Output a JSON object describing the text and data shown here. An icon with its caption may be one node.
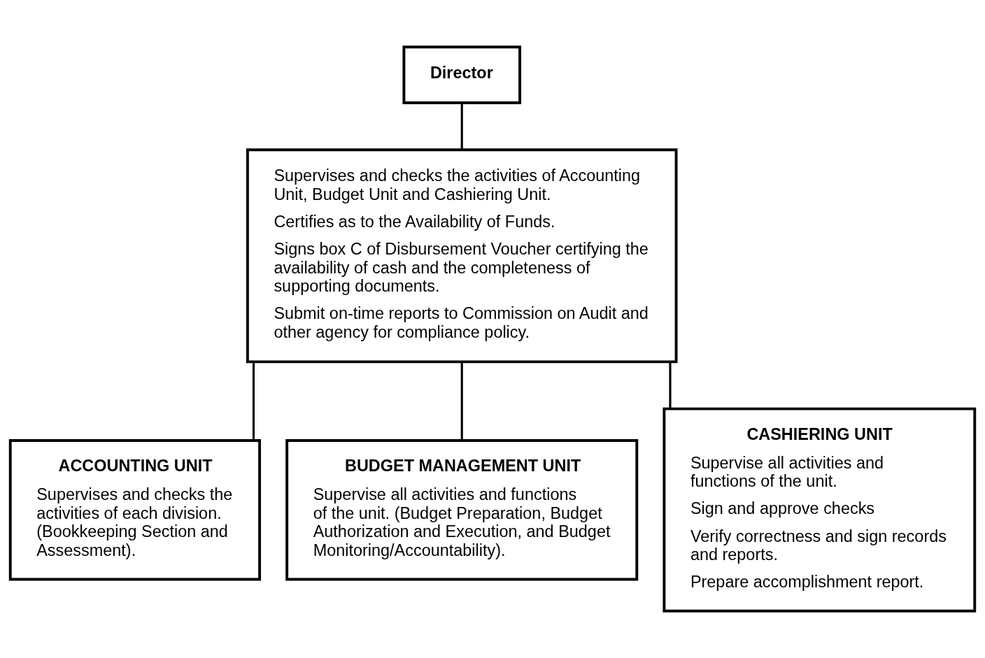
{
  "diagram": {
    "nodes": [
      {
        "text": [
          "Director"
        ]
      },
      {
        "text": [
          "Supervises and checks the activities of Accounting Unit, Budget Unit and Cashiering Unit.",
          "Certifies as to the Availability of Funds.",
          "Signs box C of Disbursement Voucher certifying the availability of cash and the completeness of supporting documents.",
          "Submit on-time reports to Commission on Audit and other agency for compliance policy."
        ]
      },
      {
        "text": [
          "ACCOUNTING UNIT",
          "Supervises and checks the activities of each division. (Bookkeeping Section and Assessment)."
        ]
      },
      {
        "text": [
          "BUDGET MANAGEMENT UNIT",
          "Supervise all activities and functions of the unit. (Budget Preparation, Budget Authorization and Execution, and Budget Monitoring/Accountability)."
        ]
      },
      {
        "text": [
          "CASHIERING UNIT",
          "Supervise all activities and functions of the unit.",
          "Sign and approve checks",
          "Verify correctness and sign records and reports.",
          "Prepare accomplishment report."
        ]
      }
    ],
    "edges": [
      {
        "from": 0,
        "to": 1,
        "arrow": "none"
      },
      {
        "from": 1,
        "to": 2,
        "arrow": "none"
      },
      {
        "from": 1,
        "to": 3,
        "arrow": "none"
      },
      {
        "from": 1,
        "to": 4,
        "arrow": "none"
      }
    ]
  }
}
